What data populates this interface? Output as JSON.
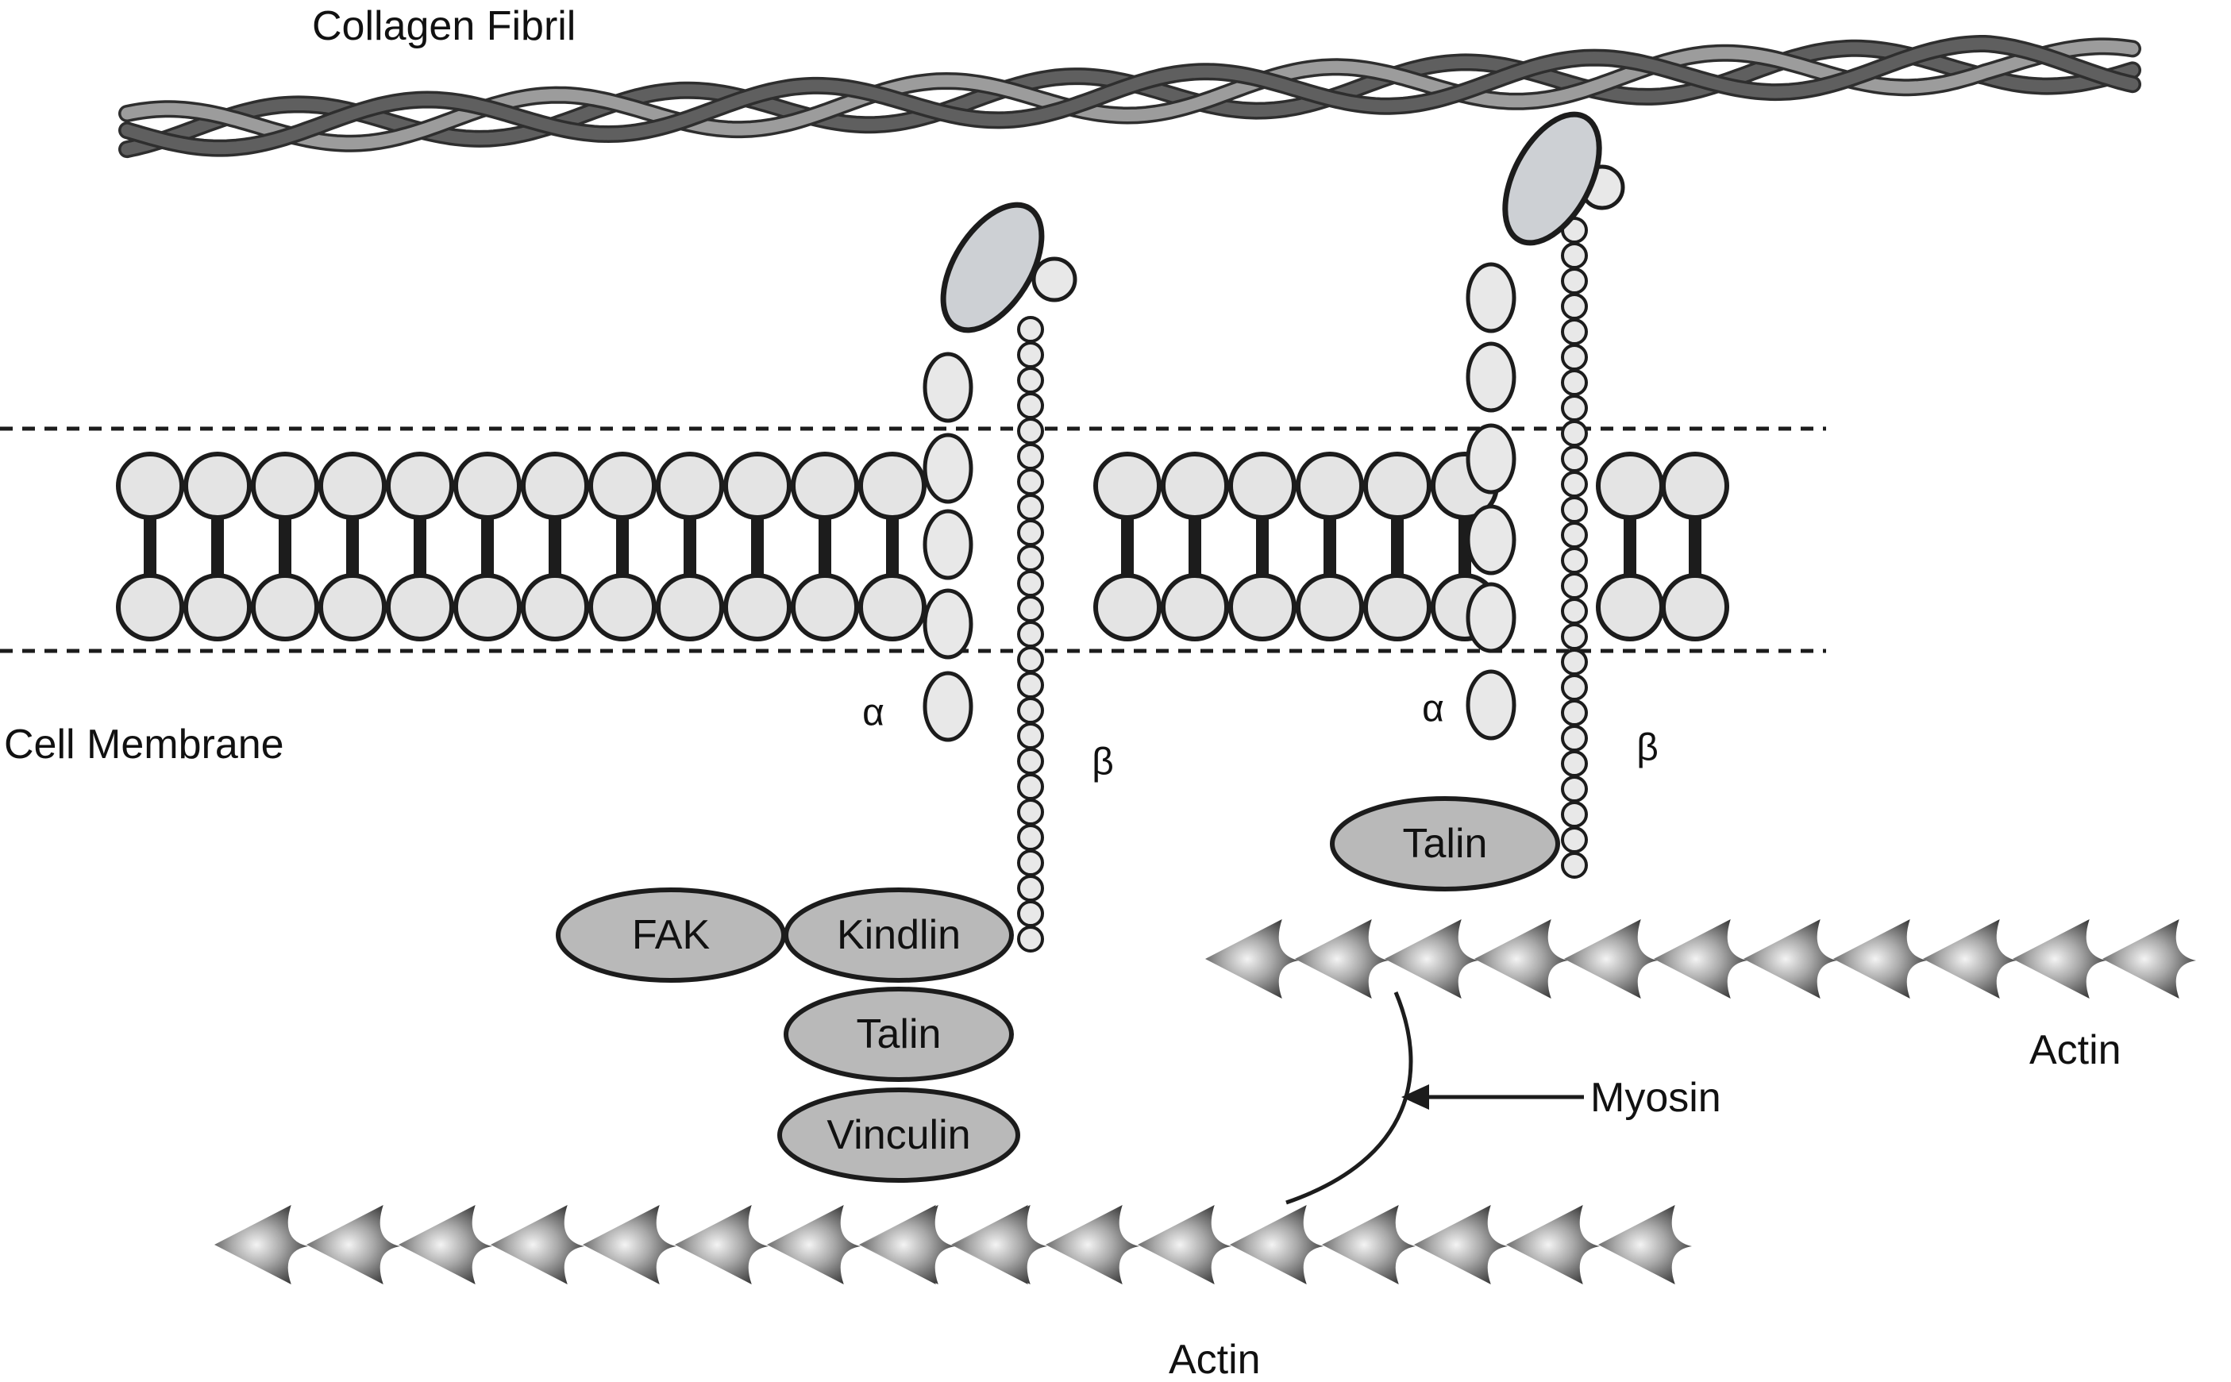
{
  "labels": {
    "collagen": "Collagen Fibril",
    "membrane": "Cell Membrane",
    "actin_right": "Actin",
    "actin_bottom": "Actin",
    "myosin": "Myosin"
  },
  "integrins": [
    {
      "alpha": "α",
      "beta": "β"
    },
    {
      "alpha": "α",
      "beta": "β"
    }
  ],
  "proteins": {
    "fak": "FAK",
    "kindlin": "Kindlin",
    "talin_left": "Talin",
    "vinculin": "Vinculin",
    "talin_right": "Talin"
  },
  "colors": {
    "collagen_dark": "#5f5f5f",
    "collagen_light": "#9c9c9c",
    "lipid_fill": "#e4e4e4",
    "head_domain": "#cdd0d4",
    "protein_fill": "#b9b9b9",
    "outline": "#1c1c1c"
  }
}
